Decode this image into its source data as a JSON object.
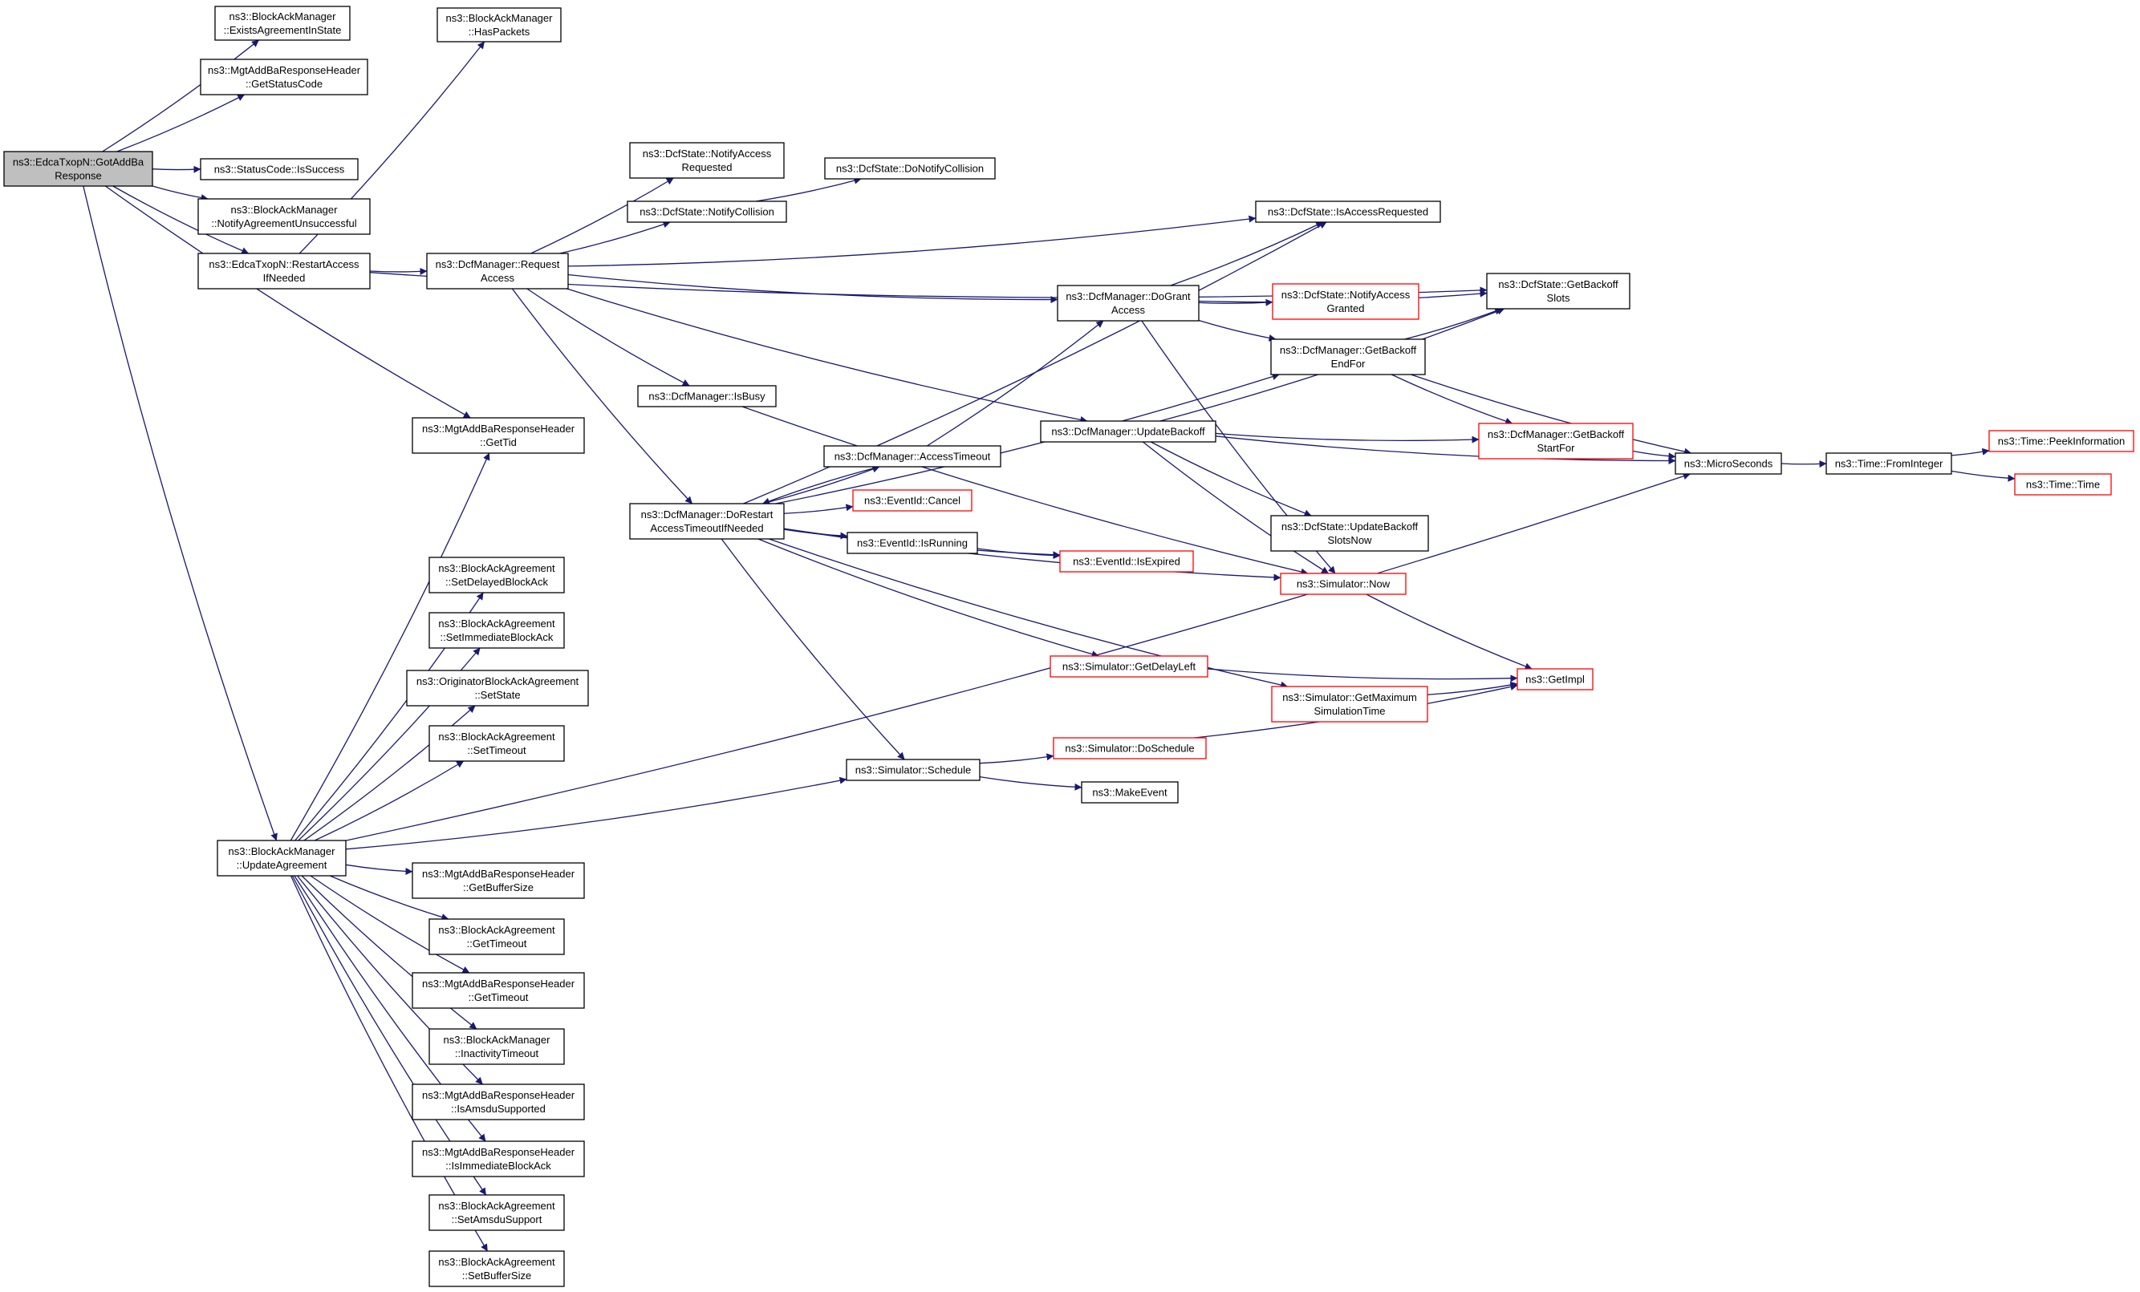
{
  "colors": {
    "edge": "#191970",
    "node_border": "#000000",
    "truncated_border": "#ff0000",
    "root_fill": "#bfbfbf",
    "node_fill": "#ffffff"
  },
  "nodes": [
    {
      "id": "root",
      "lines": [
        "ns3::EdcaTxopN::GotAddBa",
        "Response"
      ],
      "style": "root"
    },
    {
      "id": "exists",
      "lines": [
        "ns3::BlockAckManager",
        "::ExistsAgreementInState"
      ]
    },
    {
      "id": "getstatus",
      "lines": [
        "ns3::MgtAddBaResponseHeader",
        "::GetStatusCode"
      ]
    },
    {
      "id": "issuccess",
      "lines": [
        "ns3::StatusCode::IsSuccess"
      ]
    },
    {
      "id": "notifyunsucc",
      "lines": [
        "ns3::BlockAckManager",
        "::NotifyAgreementUnsuccessful"
      ]
    },
    {
      "id": "restart",
      "lines": [
        "ns3::EdcaTxopN::RestartAccess",
        "IfNeeded"
      ]
    },
    {
      "id": "haspackets",
      "lines": [
        "ns3::BlockAckManager",
        "::HasPackets"
      ]
    },
    {
      "id": "gettid",
      "lines": [
        "ns3::MgtAddBaResponseHeader",
        "::GetTid"
      ]
    },
    {
      "id": "updateagr",
      "lines": [
        "ns3::BlockAckManager",
        "::UpdateAgreement"
      ]
    },
    {
      "id": "setdelayed",
      "lines": [
        "ns3::BlockAckAgreement",
        "::SetDelayedBlockAck"
      ]
    },
    {
      "id": "setimmediate",
      "lines": [
        "ns3::BlockAckAgreement",
        "::SetImmediateBlockAck"
      ]
    },
    {
      "id": "setstate",
      "lines": [
        "ns3::OriginatorBlockAckAgreement",
        "::SetState"
      ]
    },
    {
      "id": "settimeout",
      "lines": [
        "ns3::BlockAckAgreement",
        "::SetTimeout"
      ]
    },
    {
      "id": "getbuffersize",
      "lines": [
        "ns3::MgtAddBaResponseHeader",
        "::GetBufferSize"
      ]
    },
    {
      "id": "bagettimeout",
      "lines": [
        "ns3::BlockAckAgreement",
        "::GetTimeout"
      ]
    },
    {
      "id": "mgtgettimeout",
      "lines": [
        "ns3::MgtAddBaResponseHeader",
        "::GetTimeout"
      ]
    },
    {
      "id": "inactivity",
      "lines": [
        "ns3::BlockAckManager",
        "::InactivityTimeout"
      ]
    },
    {
      "id": "isamsdu",
      "lines": [
        "ns3::MgtAddBaResponseHeader",
        "::IsAmsduSupported"
      ]
    },
    {
      "id": "isimmediate",
      "lines": [
        "ns3::MgtAddBaResponseHeader",
        "::IsImmediateBlockAck"
      ]
    },
    {
      "id": "setamsdu",
      "lines": [
        "ns3::BlockAckAgreement",
        "::SetAmsduSupport"
      ]
    },
    {
      "id": "setbuffersize",
      "lines": [
        "ns3::BlockAckAgreement",
        "::SetBufferSize"
      ]
    },
    {
      "id": "reqaccess",
      "lines": [
        "ns3::DcfManager::Request",
        "Access"
      ]
    },
    {
      "id": "notifyaccreq",
      "lines": [
        "ns3::DcfState::NotifyAccess",
        "Requested"
      ]
    },
    {
      "id": "notifycoll",
      "lines": [
        "ns3::DcfState::NotifyCollision"
      ]
    },
    {
      "id": "donotifycoll",
      "lines": [
        "ns3::DcfState::DoNotifyCollision"
      ]
    },
    {
      "id": "isaccreq",
      "lines": [
        "ns3::DcfState::IsAccessRequested"
      ]
    },
    {
      "id": "dogrant",
      "lines": [
        "ns3::DcfManager::DoGrant",
        "Access"
      ]
    },
    {
      "id": "notifygranted",
      "lines": [
        "ns3::DcfState::NotifyAccess",
        "Granted"
      ],
      "style": "truncated"
    },
    {
      "id": "getbackoffslots",
      "lines": [
        "ns3::DcfState::GetBackoff",
        "Slots"
      ]
    },
    {
      "id": "getbackoffendfor",
      "lines": [
        "ns3::DcfManager::GetBackoff",
        "EndFor"
      ]
    },
    {
      "id": "getbackoffstartfor",
      "lines": [
        "ns3::DcfManager::GetBackoff",
        "StartFor"
      ],
      "style": "truncated"
    },
    {
      "id": "isbusy",
      "lines": [
        "ns3::DcfManager::IsBusy"
      ]
    },
    {
      "id": "updatebackoff",
      "lines": [
        "ns3::DcfManager::UpdateBackoff"
      ]
    },
    {
      "id": "updatebackoffslotsnow",
      "lines": [
        "ns3::DcfState::UpdateBackoff",
        "SlotsNow"
      ]
    },
    {
      "id": "accesstimeout",
      "lines": [
        "ns3::DcfManager::AccessTimeout"
      ]
    },
    {
      "id": "dorestart",
      "lines": [
        "ns3::DcfManager::DoRestart",
        "AccessTimeoutIfNeeded"
      ]
    },
    {
      "id": "evcancel",
      "lines": [
        "ns3::EventId::Cancel"
      ],
      "style": "truncated"
    },
    {
      "id": "evisrunning",
      "lines": [
        "ns3::EventId::IsRunning"
      ]
    },
    {
      "id": "evisexpired",
      "lines": [
        "ns3::EventId::IsExpired"
      ],
      "style": "truncated"
    },
    {
      "id": "simnow",
      "lines": [
        "ns3::Simulator::Now"
      ],
      "style": "truncated"
    },
    {
      "id": "getdelayleft",
      "lines": [
        "ns3::Simulator::GetDelayLeft"
      ],
      "style": "truncated"
    },
    {
      "id": "getmaxsim",
      "lines": [
        "ns3::Simulator::GetMaximum",
        "SimulationTime"
      ],
      "style": "truncated"
    },
    {
      "id": "getimpl",
      "lines": [
        "ns3::GetImpl"
      ],
      "style": "truncated"
    },
    {
      "id": "doschedule",
      "lines": [
        "ns3::Simulator::DoSchedule"
      ],
      "style": "truncated"
    },
    {
      "id": "schedule",
      "lines": [
        "ns3::Simulator::Schedule"
      ]
    },
    {
      "id": "makeevent",
      "lines": [
        "ns3::MakeEvent"
      ]
    },
    {
      "id": "microseconds",
      "lines": [
        "ns3::MicroSeconds"
      ]
    },
    {
      "id": "frominteger",
      "lines": [
        "ns3::Time::FromInteger"
      ]
    },
    {
      "id": "peekinfo",
      "lines": [
        "ns3::Time::PeekInformation"
      ],
      "style": "truncated"
    },
    {
      "id": "timetime",
      "lines": [
        "ns3::Time::Time"
      ],
      "style": "truncated"
    }
  ],
  "edges": [
    [
      "root",
      "exists"
    ],
    [
      "root",
      "getstatus"
    ],
    [
      "root",
      "issuccess"
    ],
    [
      "root",
      "notifyunsucc"
    ],
    [
      "root",
      "restart"
    ],
    [
      "root",
      "gettid"
    ],
    [
      "root",
      "updateagr"
    ],
    [
      "restart",
      "haspackets"
    ],
    [
      "restart",
      "reqaccess"
    ],
    [
      "restart",
      "getbackoffslots"
    ],
    [
      "updateagr",
      "gettid"
    ],
    [
      "updateagr",
      "setdelayed"
    ],
    [
      "updateagr",
      "setimmediate"
    ],
    [
      "updateagr",
      "setstate"
    ],
    [
      "updateagr",
      "settimeout"
    ],
    [
      "updateagr",
      "schedule"
    ],
    [
      "updateagr",
      "microseconds"
    ],
    [
      "updateagr",
      "getbuffersize"
    ],
    [
      "updateagr",
      "bagettimeout"
    ],
    [
      "updateagr",
      "mgtgettimeout"
    ],
    [
      "updateagr",
      "inactivity"
    ],
    [
      "updateagr",
      "isamsdu"
    ],
    [
      "updateagr",
      "isimmediate"
    ],
    [
      "updateagr",
      "setamsdu"
    ],
    [
      "updateagr",
      "setbuffersize"
    ],
    [
      "reqaccess",
      "notifyaccreq"
    ],
    [
      "reqaccess",
      "notifycoll"
    ],
    [
      "reqaccess",
      "isaccreq"
    ],
    [
      "reqaccess",
      "dogrant"
    ],
    [
      "reqaccess",
      "isbusy"
    ],
    [
      "reqaccess",
      "updatebackoff"
    ],
    [
      "reqaccess",
      "dorestart"
    ],
    [
      "notifycoll",
      "donotifycoll"
    ],
    [
      "dogrant",
      "isaccreq"
    ],
    [
      "dogrant",
      "getbackoffslots"
    ],
    [
      "dogrant",
      "notifygranted"
    ],
    [
      "dogrant",
      "getbackoffendfor"
    ],
    [
      "dogrant",
      "simnow"
    ],
    [
      "getbackoffendfor",
      "getbackoffslots"
    ],
    [
      "getbackoffendfor",
      "getbackoffstartfor"
    ],
    [
      "getbackoffendfor",
      "microseconds"
    ],
    [
      "getbackoffstartfor",
      "microseconds"
    ],
    [
      "isbusy",
      "simnow"
    ],
    [
      "updatebackoff",
      "getbackoffslots"
    ],
    [
      "updatebackoff",
      "getbackoffstartfor"
    ],
    [
      "updatebackoff",
      "microseconds"
    ],
    [
      "updatebackoff",
      "updatebackoffslotsnow"
    ],
    [
      "updatebackoff",
      "simnow"
    ],
    [
      "accesstimeout",
      "dogrant"
    ],
    [
      "accesstimeout",
      "dorestart"
    ],
    [
      "dorestart",
      "isaccreq"
    ],
    [
      "dorestart",
      "getbackoffendfor"
    ],
    [
      "dorestart",
      "accesstimeout"
    ],
    [
      "dorestart",
      "evcancel"
    ],
    [
      "dorestart",
      "evisrunning"
    ],
    [
      "dorestart",
      "evisexpired"
    ],
    [
      "dorestart",
      "simnow"
    ],
    [
      "dorestart",
      "getdelayleft"
    ],
    [
      "dorestart",
      "getmaxsim"
    ],
    [
      "dorestart",
      "schedule"
    ],
    [
      "evisrunning",
      "evisexpired"
    ],
    [
      "simnow",
      "getimpl"
    ],
    [
      "getdelayleft",
      "getimpl"
    ],
    [
      "getmaxsim",
      "getimpl"
    ],
    [
      "schedule",
      "doschedule"
    ],
    [
      "schedule",
      "makeevent"
    ],
    [
      "doschedule",
      "getimpl"
    ],
    [
      "microseconds",
      "frominteger"
    ],
    [
      "frominteger",
      "peekinfo"
    ],
    [
      "frominteger",
      "timetime"
    ]
  ]
}
